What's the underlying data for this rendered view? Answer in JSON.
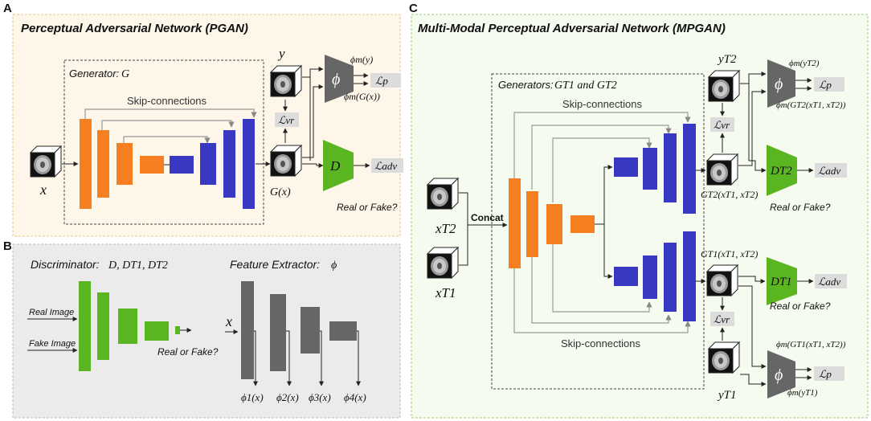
{
  "panels": {
    "a": {
      "letter": "A",
      "title": "Perceptual Adversarial Network (PGAN)",
      "generator_label": "Generator:",
      "generator_symbol": "G",
      "skip_label": "Skip-connections",
      "input_label": "x",
      "target_label": "y",
      "output_label": "G(x)",
      "phi_label": "ϕ",
      "phi_y": "ϕm(y)",
      "phi_gx": "ϕm(G(x))",
      "loss_p": "ℒp",
      "loss_vr": "ℒvr",
      "d_label": "D",
      "loss_adv": "ℒadv",
      "real_or_fake": "Real or Fake?"
    },
    "b": {
      "letter": "B",
      "discriminator_title": "Discriminator:",
      "discriminator_symbols": "D, DT1, DT2",
      "feature_extractor_title": "Feature Extractor:",
      "feature_symbol": "ϕ",
      "real_image": "Real Image",
      "fake_image": "Fake Image",
      "real_or_fake": "Real or Fake?",
      "x_label": "x",
      "phi_outputs": [
        "ϕ1(x)",
        "ϕ2(x)",
        "ϕ3(x)",
        "ϕ4(x)"
      ]
    },
    "c": {
      "letter": "C",
      "title": "Multi-Modal Perceptual Adversarial Network (MPGAN)",
      "generators_label": "Generators:",
      "generators_symbols": "GT1 and GT2",
      "skip_label_top": "Skip-connections",
      "skip_label_bottom": "Skip-connections",
      "concat_label": "Concat",
      "input_t2": "xT2",
      "input_t1": "xT1",
      "target_t2": "yT2",
      "target_t1": "yT1",
      "phi_label": "ϕ",
      "phi_y_t2": "ϕm(yT2)",
      "phi_g_t2": "ϕm(GT2(xT1, xT2))",
      "phi_g_t1": "ϕm(GT1(xT1, xT2))",
      "phi_y_t1": "ϕm(yT1)",
      "loss_p": "ℒp",
      "loss_vr": "ℒvr",
      "loss_adv": "ℒadv",
      "d_t2": "DT2",
      "d_t1": "DT1",
      "g_t2_out": "GT2(xT1, xT2)",
      "g_t1_out": "GT1(xT1, xT2)",
      "real_or_fake": "Real or Fake?"
    }
  },
  "colors": {
    "orange": "#f57f20",
    "blue": "#3838c2",
    "green": "#5bb521",
    "gray": "#666666",
    "panel_a_bg": "#fdf6e9",
    "panel_b_bg": "#ebebeb",
    "panel_c_bg": "#f5fbef",
    "loss_box": "#dcdcdc"
  }
}
